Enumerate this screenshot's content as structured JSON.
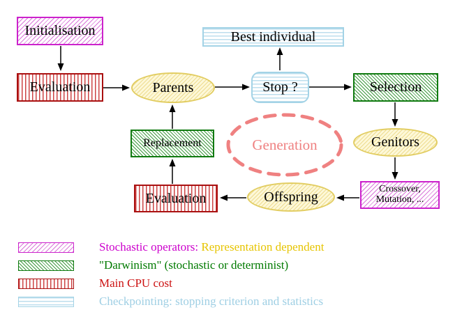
{
  "title": "Evolutionary algorithm generation loop diagram",
  "nodes": {
    "initialisation": {
      "label": "Initialisation"
    },
    "evaluation_top": {
      "label": "Evaluation"
    },
    "parents": {
      "label": "Parents"
    },
    "best_individual": {
      "label": "Best individual"
    },
    "stop": {
      "label": "Stop ?"
    },
    "selection": {
      "label": "Selection"
    },
    "replacement": {
      "label": "Replacement"
    },
    "generation": {
      "label": "Generation"
    },
    "genitors": {
      "label": "Genitors"
    },
    "evaluation_bottom": {
      "label": "Evaluation"
    },
    "offspring": {
      "label": "Offspring"
    },
    "crossover": {
      "line1": "Crossover,",
      "line2": "Mutation, ..."
    }
  },
  "legend": {
    "items": [
      {
        "pattern": "magenta-diagonal-hatch",
        "segments": [
          {
            "text": "Stochastic operators:",
            "color": "#cc00cc"
          },
          {
            "text": "Representation dependent",
            "color": "#e6c400"
          }
        ]
      },
      {
        "pattern": "green-diagonal-hatch",
        "segments": [
          {
            "text": "\"Darwinism\" (stochastic or determinist)",
            "color": "#007a00"
          }
        ]
      },
      {
        "pattern": "red-vertical-stripes",
        "segments": [
          {
            "text": "Main CPU cost",
            "color": "#cc1111"
          }
        ]
      },
      {
        "pattern": "cyan-horizontal-stripes",
        "segments": [
          {
            "text": "Checkpointing: stopping criterion and statistics",
            "color": "#9fcfe4"
          }
        ]
      }
    ]
  },
  "colors": {
    "magenta": "#cc22cc",
    "red": "#aa1111",
    "green": "#0f7a0f",
    "cyan_border": "#a3d3e6",
    "yellow_border": "#e2cd62",
    "yellow_fill": "#fdf8d8",
    "salmon": "#ef8181",
    "gold_text": "#e6c400",
    "arrow": "#000000"
  }
}
